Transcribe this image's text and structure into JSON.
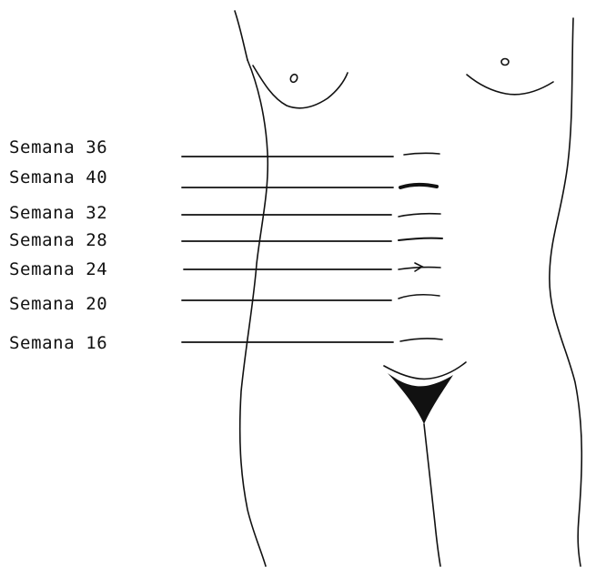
{
  "figure": {
    "levels": [
      {
        "label": "Semana 36"
      },
      {
        "label": "Semana 40"
      },
      {
        "label": "Semana 32"
      },
      {
        "label": "Semana 28"
      },
      {
        "label": "Semana 24"
      },
      {
        "label": "Semana 20"
      },
      {
        "label": "Semana 16"
      }
    ]
  }
}
